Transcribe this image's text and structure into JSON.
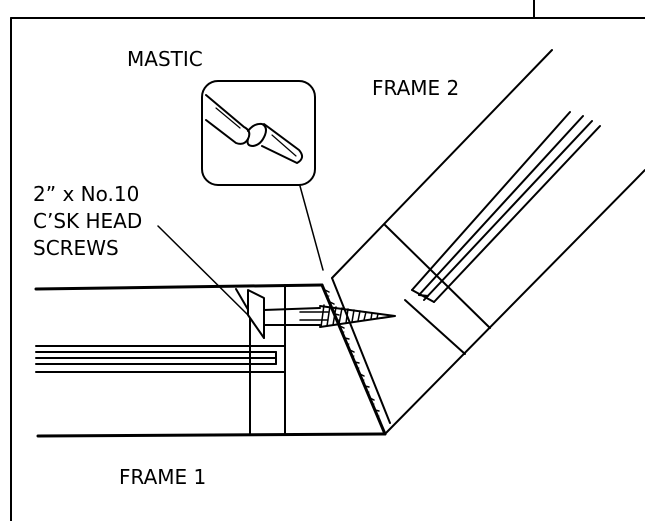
{
  "labels": {
    "mastic": "MASTIC",
    "frame2": "FRAME 2",
    "frame1": "FRAME 1",
    "screws_line1": "2” x No.10",
    "screws_line2": "C’SK HEAD",
    "screws_line3": "SCREWS"
  },
  "colors": {
    "line": "#000000",
    "background": "#ffffff"
  }
}
